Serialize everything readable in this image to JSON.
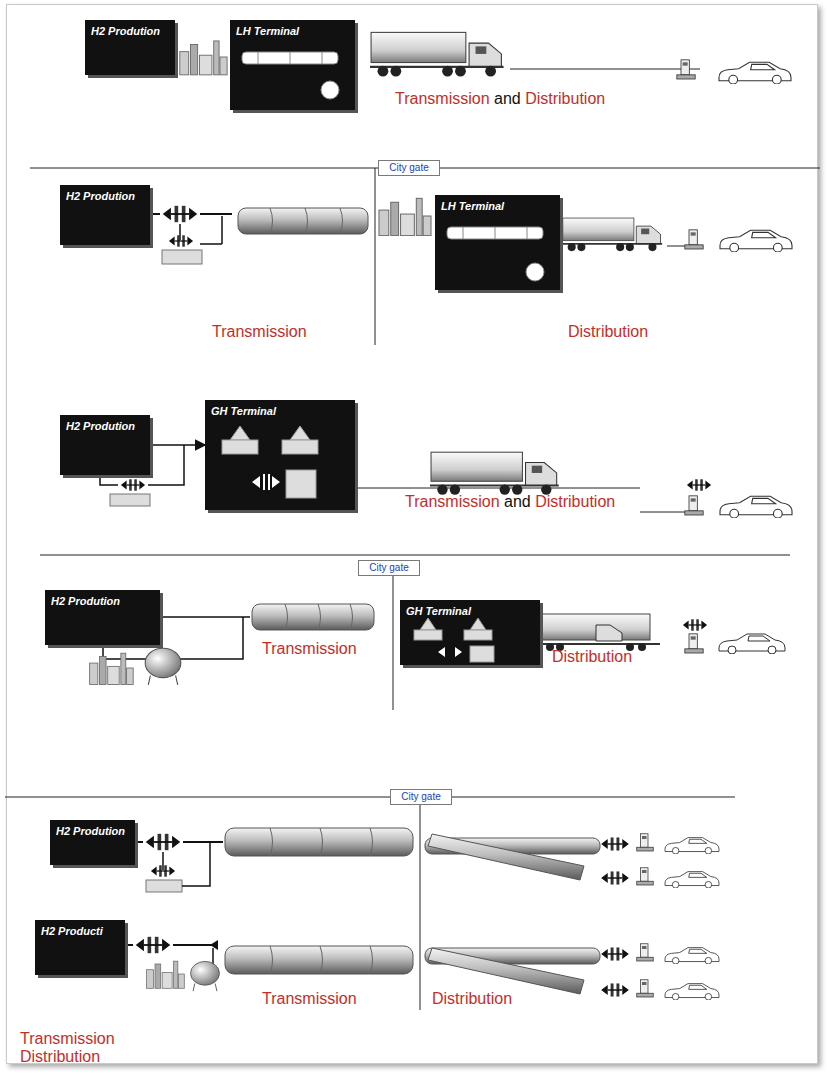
{
  "diagram": {
    "nodes": [
      {
        "text": [
          "H2 Prodution"
        ]
      },
      {
        "text": [
          "LH Terminal"
        ]
      },
      {
        "text": [
          "City gate"
        ]
      },
      {
        "text": [
          "H2 Prodution"
        ]
      },
      {
        "text": [
          "LH Terminal"
        ]
      },
      {
        "text": [
          "H2 Prodution"
        ]
      },
      {
        "text": [
          "GH Terminal"
        ]
      },
      {
        "text": [
          "City gate"
        ]
      },
      {
        "text": [
          "H2 Prodution"
        ]
      },
      {
        "text": [
          "GH Terminal"
        ]
      },
      {
        "text": [
          "City gate"
        ]
      },
      {
        "text": [
          "H2 Prodution"
        ]
      },
      {
        "text": [
          "H2 Producti"
        ]
      }
    ],
    "edges": [
      {
        "from": 5,
        "to": 6,
        "arrow": "to"
      }
    ],
    "labels": [
      "Transmission",
      "and",
      "Distribution",
      "Transmission",
      "Distribution",
      "Transmission",
      "and",
      "Distribution",
      "Transmission",
      "Distribution",
      "Transmission",
      "Distribution",
      "Transmission",
      "Distribution"
    ]
  }
}
